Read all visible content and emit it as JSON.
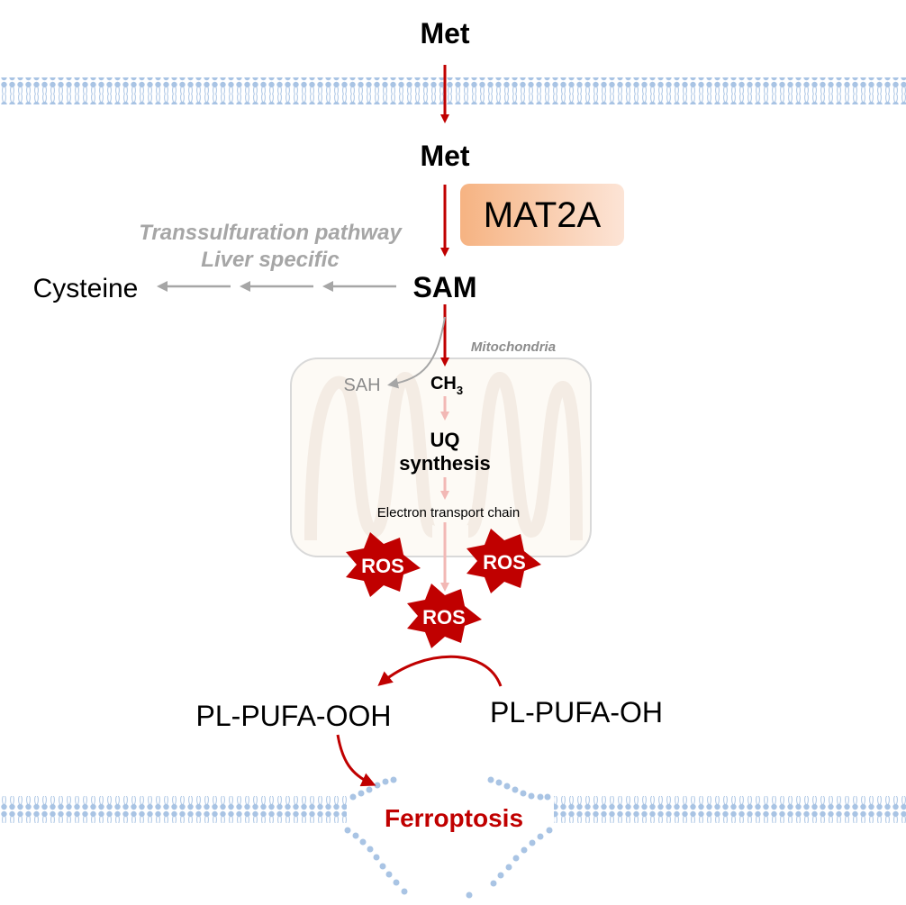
{
  "labels": {
    "met_outside": "Met",
    "met_inside": "Met",
    "enzyme": "MAT2A",
    "pathway_line1": "Transsulfuration pathway",
    "pathway_line2": "Liver specific",
    "cysteine": "Cysteine",
    "sam": "SAM",
    "mitochondria": "Mitochondria",
    "sah": "SAH",
    "ch3": "CH",
    "ch3_sub": "3",
    "uq_line1": "UQ",
    "uq_line2": "synthesis",
    "etc": "Electron transport chain",
    "ros": "ROS",
    "pl_ooh": "PL-PUFA-OOH",
    "pl_oh": "PL-PUFA-OH",
    "ferroptosis": "Ferroptosis"
  },
  "colors": {
    "main_arrow": "#c00000",
    "faded_arrow": "#f2b8b5",
    "gray_arrow": "#a6a6a6",
    "membrane": "#a9c4e4",
    "enzyme_box": "#f8c9a0",
    "ros_star": "#c00000"
  }
}
